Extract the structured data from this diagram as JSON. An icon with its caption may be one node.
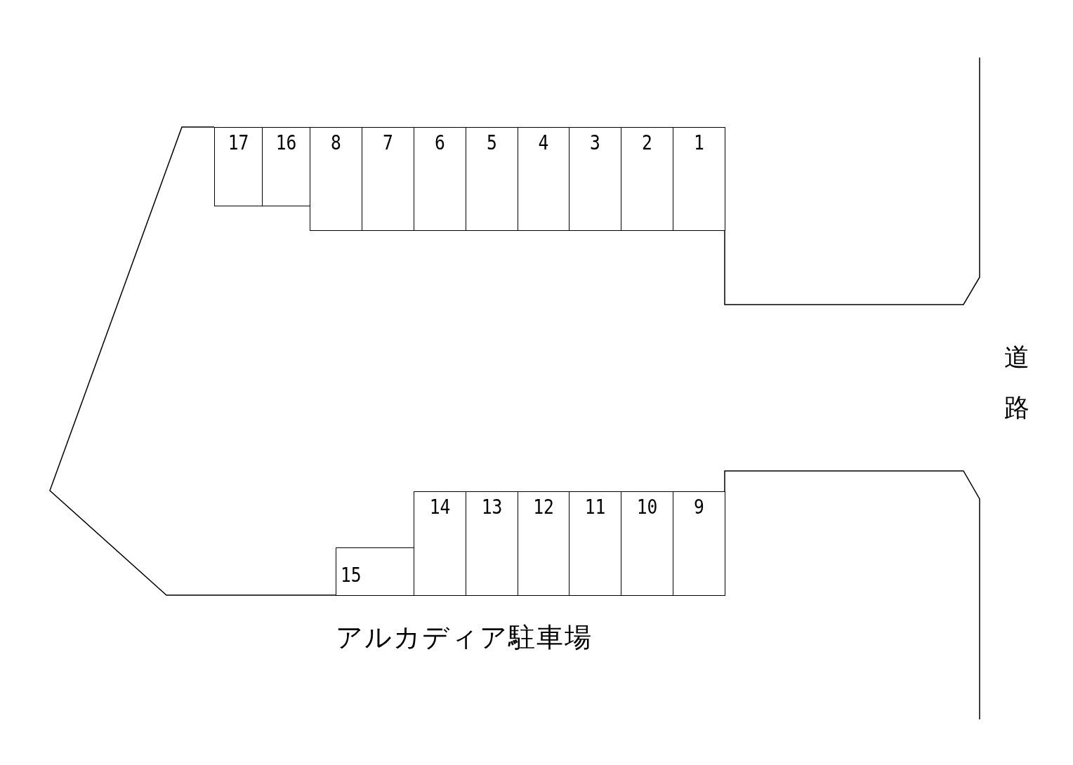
{
  "diagram": {
    "caption": "アルカディア駐車場",
    "nodes": [
      {
        "text": [
          "17"
        ]
      },
      {
        "text": [
          "16"
        ]
      },
      {
        "text": [
          "8"
        ]
      },
      {
        "text": [
          "7"
        ]
      },
      {
        "text": [
          "6"
        ]
      },
      {
        "text": [
          "5"
        ]
      },
      {
        "text": [
          "4"
        ]
      },
      {
        "text": [
          "3"
        ]
      },
      {
        "text": [
          "2"
        ]
      },
      {
        "text": [
          "1"
        ]
      },
      {
        "text": [
          "14"
        ]
      },
      {
        "text": [
          "13"
        ]
      },
      {
        "text": [
          "12"
        ]
      },
      {
        "text": [
          "11"
        ]
      },
      {
        "text": [
          "10"
        ]
      },
      {
        "text": [
          "9"
        ]
      },
      {
        "text": [
          "15"
        ]
      }
    ],
    "edges": [],
    "labels": [
      "道路"
    ]
  }
}
